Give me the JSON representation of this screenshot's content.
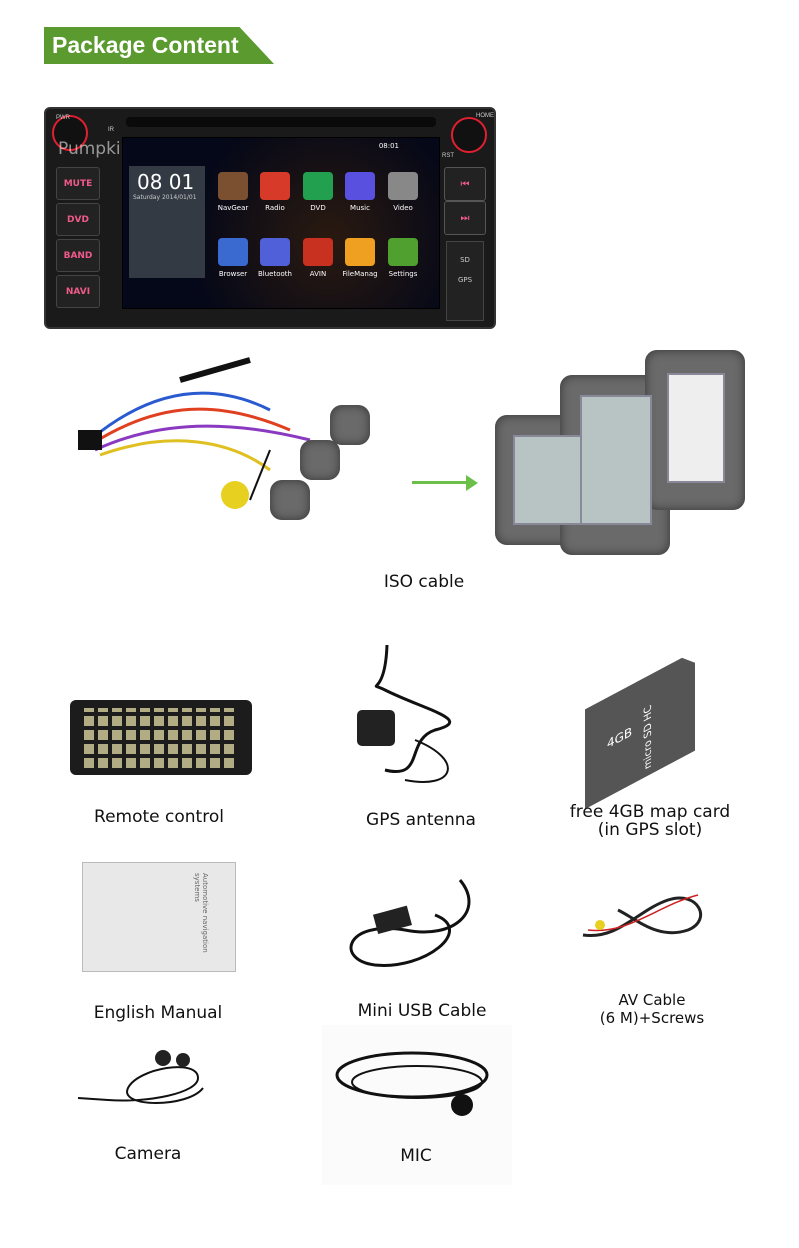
{
  "header": {
    "title": "Package Content"
  },
  "stereo": {
    "brand_watermark": "Pumpkin",
    "buttons_left": [
      "MUTE",
      "DVD",
      "BAND",
      "NAVI"
    ],
    "status_time": "08:01",
    "clock": "08 01",
    "date": "Saturday 2014/01/01",
    "apps": [
      "NavGear",
      "Radio",
      "DVD",
      "Music",
      "Video",
      "Browser",
      "Bluetooth",
      "AVIN",
      "FileManag",
      "Settings"
    ],
    "right_labels": [
      "SD",
      "GPS"
    ],
    "knob_labels": [
      "PWR",
      "IR",
      "HOME",
      "RST"
    ]
  },
  "items": [
    {
      "label": "ISO cable"
    },
    {
      "label": "Remote control"
    },
    {
      "label": "GPS antenna"
    },
    {
      "label": "free 4GB map card",
      "sublabel": "(in GPS slot)"
    },
    {
      "label": "English Manual"
    },
    {
      "label": "Mini USB Cable"
    },
    {
      "label": "AV Cable",
      "sublabel": "(6 M)+Screws"
    },
    {
      "label": "Camera"
    },
    {
      "label": "MIC"
    }
  ],
  "sd_card": {
    "capacity": "4GB",
    "brand": "micro SD HC"
  },
  "manual": {
    "title": "Automotive navigation systems"
  },
  "colors": {
    "banner": "#5a9a2e",
    "arrow": "#6cc04a",
    "button_text": "#f05a8a"
  }
}
